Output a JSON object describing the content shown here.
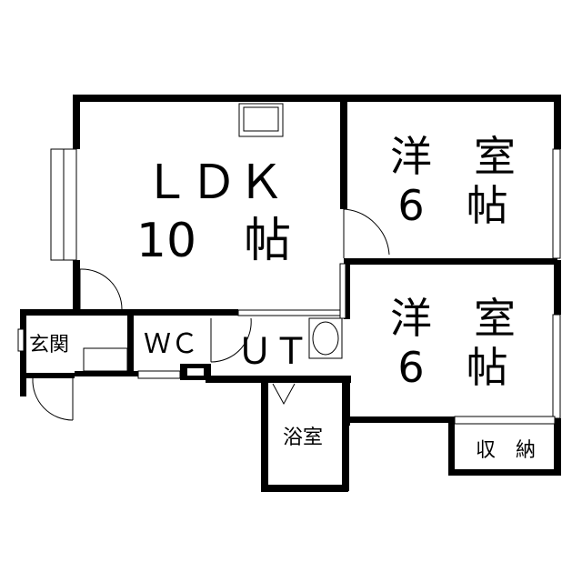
{
  "floor_plan": {
    "rooms": [
      {
        "id": "ldk",
        "name": "ＬＤＫ",
        "size": "10　帖"
      },
      {
        "id": "western1",
        "name": "洋　室",
        "size": "6　帖"
      },
      {
        "id": "western2",
        "name": "洋　室",
        "size": "6　帖"
      },
      {
        "id": "entrance",
        "name": "玄関"
      },
      {
        "id": "wc",
        "name": "ＷＣ"
      },
      {
        "id": "utility",
        "name": "ＵＴ"
      },
      {
        "id": "bath",
        "name": "浴室"
      },
      {
        "id": "storage",
        "name": "収　納"
      }
    ]
  }
}
